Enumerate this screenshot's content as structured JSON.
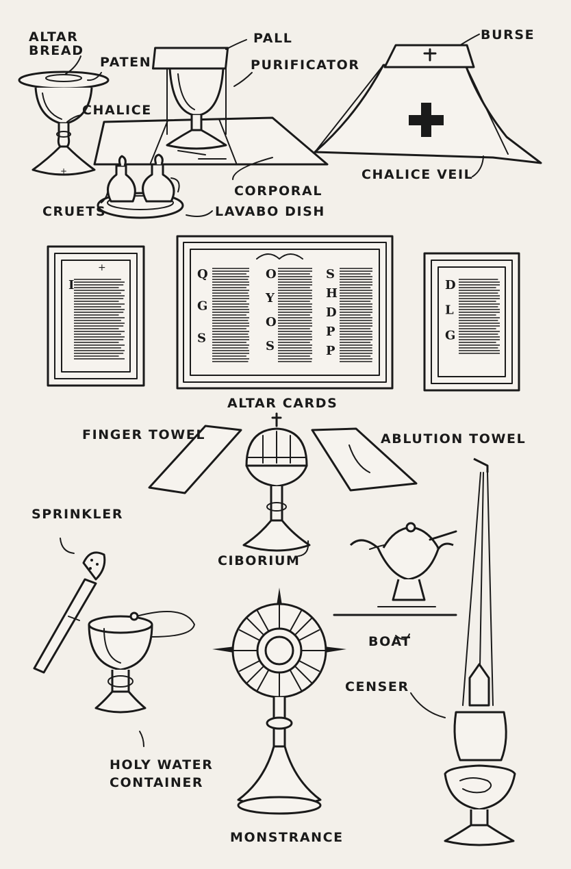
{
  "labels": {
    "altar_bread": "ALTAR BREAD",
    "paten": "PATEN",
    "pall": "PALL",
    "purificator": "PURIFICATOR",
    "burse": "BURSE",
    "chalice": "CHALICE",
    "chalice_veil": "CHALICE VEIL",
    "corporal": "CORPORAL",
    "cruets": "CRUETS",
    "lavabo_dish": "LAVABO DISH",
    "altar_cards": "ALTAR CARDS",
    "finger_towel": "FINGER TOWEL",
    "ablution_towel": "ABLUTION TOWEL",
    "sprinkler": "SPRINKLER",
    "ciborium": "CIBORIUM",
    "boat": "BOAT",
    "censer": "CENSER",
    "holy_water_container_line1": "HOLY WATER",
    "holy_water_container_line2": "CONTAINER",
    "monstrance": "MONSTRANCE"
  },
  "card_initials": {
    "left": [
      "I"
    ],
    "center_left": [
      "Q",
      "G",
      "S"
    ],
    "center_middle": [
      "O",
      "Y",
      "O",
      "S"
    ],
    "center_right": [
      "S",
      "H",
      "D",
      "P",
      "P"
    ],
    "right": [
      "D",
      "L",
      "G"
    ]
  },
  "colors": {
    "ink": "#1a1a1a",
    "paper": "#f3f0ea",
    "bleed": "#b6b0a8"
  }
}
